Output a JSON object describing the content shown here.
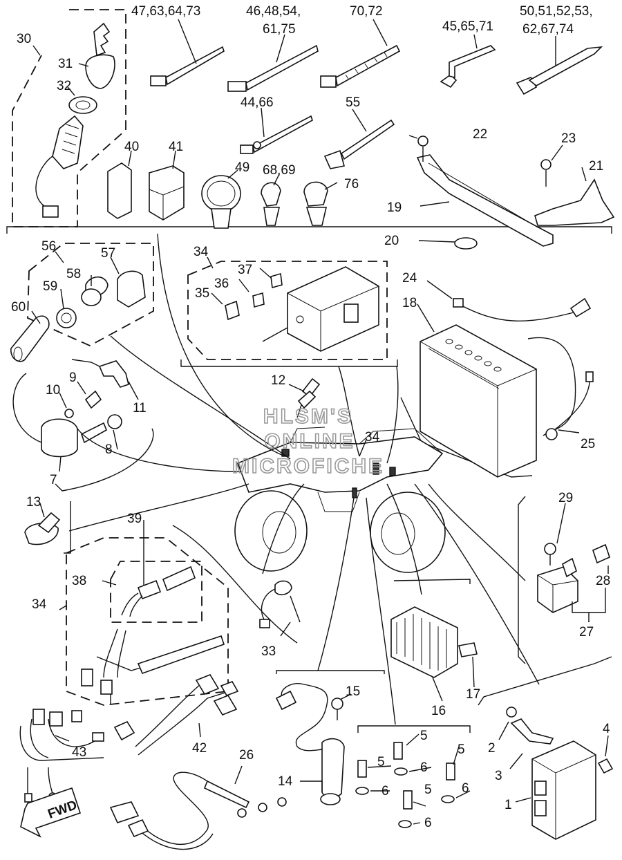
{
  "watermark": [
    "HLSM'S",
    "ONLINE",
    "MICROFICHE"
  ],
  "arrow_label": "FWD",
  "callouts": {
    "c47": "47,63,64,73",
    "c46a": "46,48,54,",
    "c46b": "61,75",
    "c70": "70,72",
    "c45": "45,65,71",
    "c50a": "50,51,52,53,",
    "c50b": "62,67,74",
    "c30": "30",
    "c31": "31",
    "c32": "32",
    "c44": "44,66",
    "c55": "55",
    "c22": "22",
    "c23": "23",
    "c21": "21",
    "c40": "40",
    "c41": "41",
    "c49": "49",
    "c68": "68,69",
    "c76": "76",
    "c19": "19",
    "c20": "20",
    "c56": "56",
    "c57": "57",
    "c58": "58",
    "c59": "59",
    "c60": "60",
    "c34a": "34",
    "c37": "37",
    "c36": "36",
    "c35": "35",
    "c24": "24",
    "c18": "18",
    "c9": "9",
    "c10": "10",
    "c11": "11",
    "c12": "12",
    "c34b": "34",
    "c25": "25",
    "c8": "8",
    "c7": "7",
    "c13": "13",
    "c29": "29",
    "c39": "39",
    "c38": "38",
    "c34c": "34",
    "c28": "28",
    "c27": "27",
    "c33": "33",
    "c17": "17",
    "c16": "16",
    "c15": "15",
    "c43": "43",
    "c42": "42",
    "c5a": "5",
    "c4": "4",
    "c5b": "5",
    "c6a": "6",
    "c5c": "5",
    "c2": "2",
    "c26": "26",
    "c14": "14",
    "c6b": "6",
    "c5d": "5",
    "c6c": "6",
    "c3": "3",
    "c6d": "6",
    "c1": "1"
  }
}
